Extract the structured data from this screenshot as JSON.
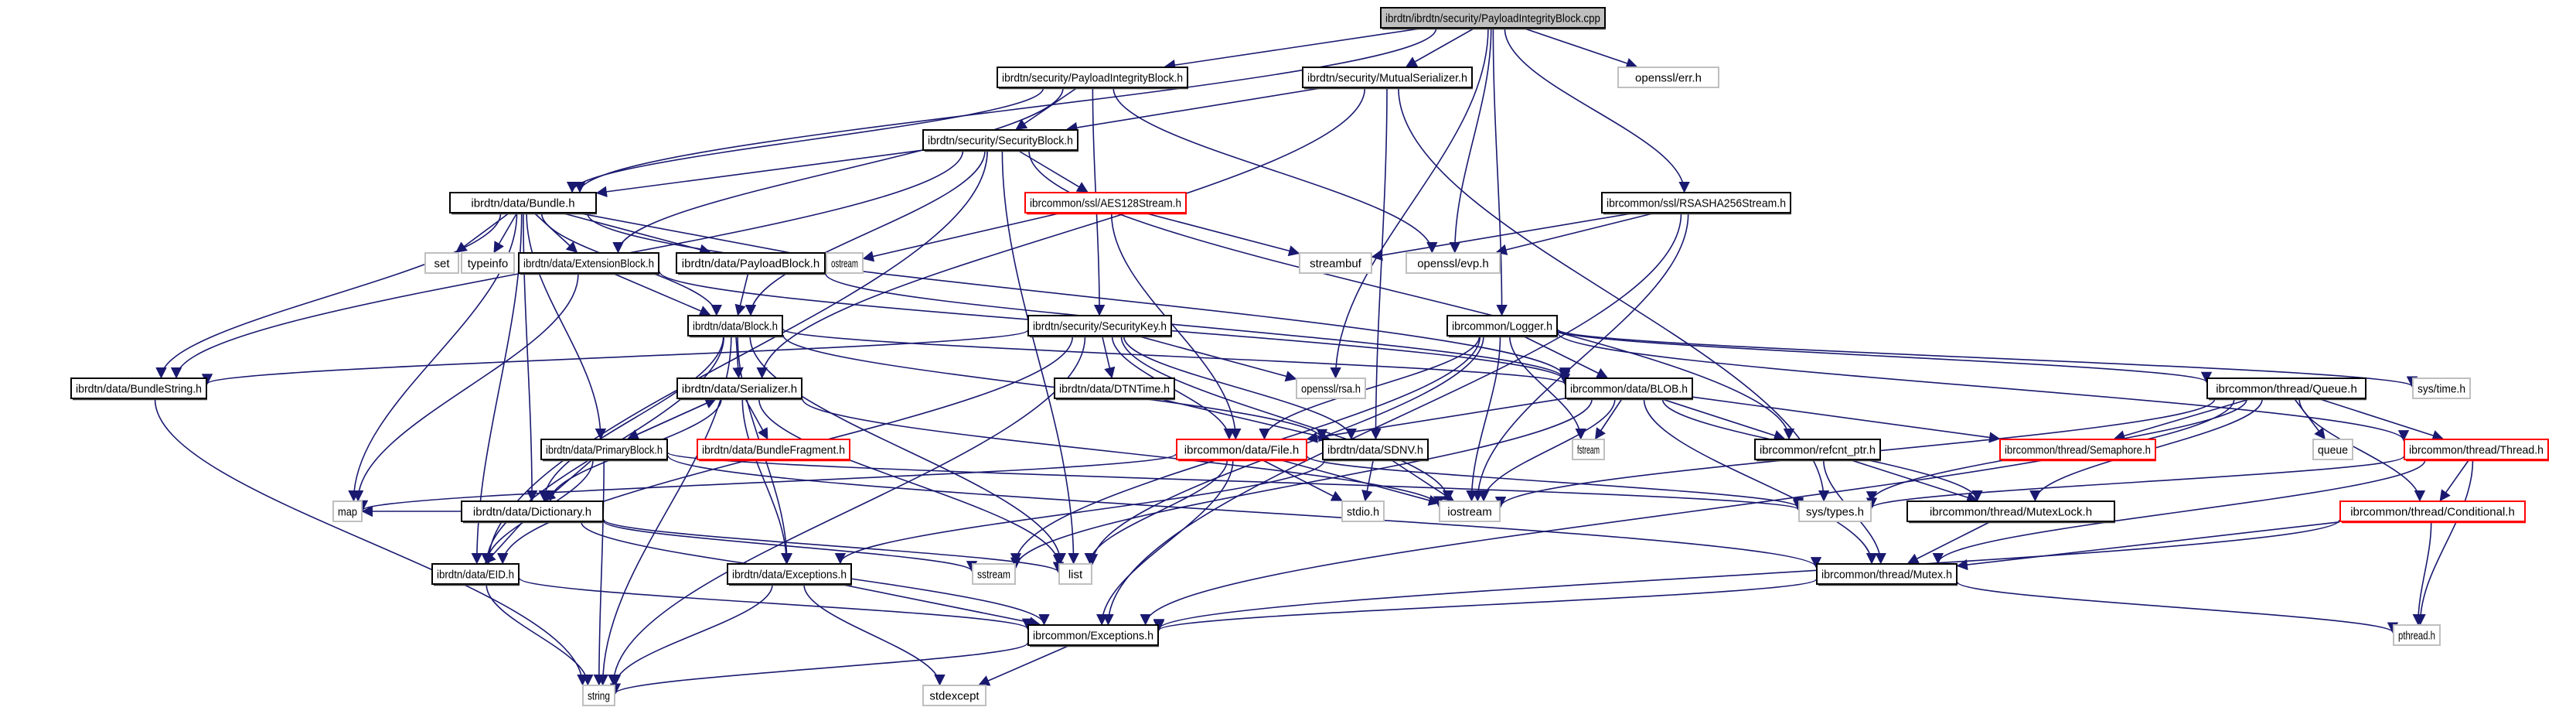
{
  "title": "Include dependency graph for ibrdtn/ibrdtn/security/PayloadIntegrityBlock.cpp",
  "colors": {
    "edge": "#191970",
    "root_fill": "#bfbfbf",
    "documented_border": "#000000",
    "external_border": "#bfbfbf",
    "undocumented_border": "#ff0000",
    "node_fill": "#ffffff"
  },
  "nodes": [
    {
      "id": "root",
      "label": "ibrdtn/ibrdtn/security/PayloadIntegrityBlock.cpp",
      "kind": "root"
    },
    {
      "id": "pib_h",
      "label": "ibrdtn/security/PayloadIntegrityBlock.h",
      "kind": "documented"
    },
    {
      "id": "mutser",
      "label": "ibrdtn/security/MutualSerializer.h",
      "kind": "documented"
    },
    {
      "id": "err_h",
      "label": "openssl/err.h",
      "kind": "external"
    },
    {
      "id": "secblock",
      "label": "ibrdtn/security/SecurityBlock.h",
      "kind": "documented"
    },
    {
      "id": "aes",
      "label": "ibrcommon/ssl/AES128Stream.h",
      "kind": "undocumented"
    },
    {
      "id": "bundle",
      "label": "ibrdtn/data/Bundle.h",
      "kind": "documented"
    },
    {
      "id": "rsasha",
      "label": "ibrcommon/ssl/RSASHA256Stream.h",
      "kind": "documented"
    },
    {
      "id": "set",
      "label": "set",
      "kind": "external"
    },
    {
      "id": "typeinfo",
      "label": "typeinfo",
      "kind": "external"
    },
    {
      "id": "extblock",
      "label": "ibrdtn/data/ExtensionBlock.h",
      "kind": "documented"
    },
    {
      "id": "payblock",
      "label": "ibrdtn/data/PayloadBlock.h",
      "kind": "documented"
    },
    {
      "id": "ostream",
      "label": "ostream",
      "kind": "external"
    },
    {
      "id": "streambuf",
      "label": "streambuf",
      "kind": "external"
    },
    {
      "id": "evp",
      "label": "openssl/evp.h",
      "kind": "external"
    },
    {
      "id": "block",
      "label": "ibrdtn/data/Block.h",
      "kind": "documented"
    },
    {
      "id": "seckey",
      "label": "ibrdtn/security/SecurityKey.h",
      "kind": "documented"
    },
    {
      "id": "logger",
      "label": "ibrcommon/Logger.h",
      "kind": "documented"
    },
    {
      "id": "systime",
      "label": "sys/time.h",
      "kind": "external"
    },
    {
      "id": "queue_h",
      "label": "ibrcommon/thread/Queue.h",
      "kind": "documented"
    },
    {
      "id": "bstring",
      "label": "ibrdtn/data/BundleString.h",
      "kind": "documented"
    },
    {
      "id": "serializer",
      "label": "ibrdtn/data/Serializer.h",
      "kind": "documented"
    },
    {
      "id": "dtntime",
      "label": "ibrdtn/data/DTNTime.h",
      "kind": "documented"
    },
    {
      "id": "rsa",
      "label": "openssl/rsa.h",
      "kind": "external"
    },
    {
      "id": "blob",
      "label": "ibrcommon/data/BLOB.h",
      "kind": "documented"
    },
    {
      "id": "primary",
      "label": "ibrdtn/data/PrimaryBlock.h",
      "kind": "documented"
    },
    {
      "id": "fragment",
      "label": "ibrdtn/data/BundleFragment.h",
      "kind": "undocumented"
    },
    {
      "id": "file",
      "label": "ibrcommon/data/File.h",
      "kind": "undocumented"
    },
    {
      "id": "sdnv",
      "label": "ibrdtn/data/SDNV.h",
      "kind": "documented"
    },
    {
      "id": "fstream",
      "label": "fstream",
      "kind": "external"
    },
    {
      "id": "refcnt",
      "label": "ibrcommon/refcnt_ptr.h",
      "kind": "documented"
    },
    {
      "id": "semaphore",
      "label": "ibrcommon/thread/Semaphore.h",
      "kind": "undocumented"
    },
    {
      "id": "queue",
      "label": "queue",
      "kind": "external"
    },
    {
      "id": "thread",
      "label": "ibrcommon/thread/Thread.h",
      "kind": "undocumented"
    },
    {
      "id": "map",
      "label": "map",
      "kind": "external"
    },
    {
      "id": "dict",
      "label": "ibrdtn/data/Dictionary.h",
      "kind": "documented"
    },
    {
      "id": "stdio",
      "label": "stdio.h",
      "kind": "external"
    },
    {
      "id": "iostream",
      "label": "iostream",
      "kind": "external"
    },
    {
      "id": "systypes",
      "label": "sys/types.h",
      "kind": "external"
    },
    {
      "id": "mutexlock",
      "label": "ibrcommon/thread/MutexLock.h",
      "kind": "documented"
    },
    {
      "id": "conditional",
      "label": "ibrcommon/thread/Conditional.h",
      "kind": "undocumented"
    },
    {
      "id": "eid",
      "label": "ibrdtn/data/EID.h",
      "kind": "documented"
    },
    {
      "id": "dtnexc",
      "label": "ibrdtn/data/Exceptions.h",
      "kind": "documented"
    },
    {
      "id": "sstream",
      "label": "sstream",
      "kind": "external"
    },
    {
      "id": "list",
      "label": "list",
      "kind": "external"
    },
    {
      "id": "mutex",
      "label": "ibrcommon/thread/Mutex.h",
      "kind": "documented"
    },
    {
      "id": "ibcexc",
      "label": "ibrcommon/Exceptions.h",
      "kind": "documented"
    },
    {
      "id": "pthread",
      "label": "pthread.h",
      "kind": "external"
    },
    {
      "id": "string",
      "label": "string",
      "kind": "external"
    },
    {
      "id": "stdexcept",
      "label": "stdexcept",
      "kind": "external"
    }
  ],
  "edges": [
    [
      "root",
      "pib_h"
    ],
    [
      "root",
      "mutser"
    ],
    [
      "root",
      "err_h"
    ],
    [
      "root",
      "bundle"
    ],
    [
      "root",
      "rsasha"
    ],
    [
      "root",
      "logger"
    ],
    [
      "root",
      "rsa"
    ],
    [
      "root",
      "evp"
    ],
    [
      "pib_h",
      "secblock"
    ],
    [
      "pib_h",
      "bundle"
    ],
    [
      "pib_h",
      "extblock"
    ],
    [
      "pib_h",
      "seckey"
    ],
    [
      "pib_h",
      "evp"
    ],
    [
      "mutser",
      "secblock"
    ],
    [
      "mutser",
      "serializer"
    ],
    [
      "mutser",
      "sdnv"
    ],
    [
      "mutser",
      "systypes"
    ],
    [
      "secblock",
      "bundle"
    ],
    [
      "secblock",
      "aes"
    ],
    [
      "secblock",
      "block"
    ],
    [
      "secblock",
      "bstring"
    ],
    [
      "secblock",
      "eid"
    ],
    [
      "secblock",
      "list"
    ],
    [
      "secblock",
      "refcnt"
    ],
    [
      "aes",
      "ostream"
    ],
    [
      "aes",
      "streambuf"
    ],
    [
      "aes",
      "file"
    ],
    [
      "bundle",
      "set"
    ],
    [
      "bundle",
      "typeinfo"
    ],
    [
      "bundle",
      "extblock"
    ],
    [
      "bundle",
      "payblock"
    ],
    [
      "bundle",
      "ostream"
    ],
    [
      "bundle",
      "block"
    ],
    [
      "bundle",
      "primary"
    ],
    [
      "bundle",
      "dict"
    ],
    [
      "bundle",
      "map"
    ],
    [
      "bundle",
      "eid"
    ],
    [
      "bundle",
      "bstring"
    ],
    [
      "bundle",
      "blob"
    ],
    [
      "rsasha",
      "streambuf"
    ],
    [
      "rsasha",
      "evp"
    ],
    [
      "rsasha",
      "iostream"
    ],
    [
      "rsasha",
      "ibcexc"
    ],
    [
      "extblock",
      "block"
    ],
    [
      "extblock",
      "map"
    ],
    [
      "extblock",
      "blob"
    ],
    [
      "payblock",
      "block"
    ],
    [
      "payblock",
      "blob"
    ],
    [
      "block",
      "serializer"
    ],
    [
      "block",
      "dict"
    ],
    [
      "block",
      "eid"
    ],
    [
      "block",
      "sdnv"
    ],
    [
      "block",
      "list"
    ],
    [
      "block",
      "dtnexc"
    ],
    [
      "block",
      "string"
    ],
    [
      "block",
      "blob"
    ],
    [
      "seckey",
      "dtntime"
    ],
    [
      "seckey",
      "rsa"
    ],
    [
      "seckey",
      "bstring"
    ],
    [
      "seckey",
      "eid"
    ],
    [
      "seckey",
      "file"
    ],
    [
      "seckey",
      "iostream"
    ],
    [
      "seckey",
      "string"
    ],
    [
      "seckey",
      "sdnv"
    ],
    [
      "logger",
      "blob"
    ],
    [
      "logger",
      "fstream"
    ],
    [
      "logger",
      "iostream"
    ],
    [
      "logger",
      "sstream"
    ],
    [
      "logger",
      "file"
    ],
    [
      "logger",
      "queue_h"
    ],
    [
      "logger",
      "systime"
    ],
    [
      "logger",
      "thread"
    ],
    [
      "logger",
      "list"
    ],
    [
      "queue_h",
      "semaphore"
    ],
    [
      "queue_h",
      "queue"
    ],
    [
      "queue_h",
      "thread"
    ],
    [
      "queue_h",
      "conditional"
    ],
    [
      "queue_h",
      "mutexlock"
    ],
    [
      "queue_h",
      "ibcexc"
    ],
    [
      "queue_h",
      "systypes"
    ],
    [
      "queue_h",
      "iostream"
    ],
    [
      "bstring",
      "string"
    ],
    [
      "serializer",
      "primary"
    ],
    [
      "serializer",
      "fragment"
    ],
    [
      "serializer",
      "dict"
    ],
    [
      "serializer",
      "dtnexc"
    ],
    [
      "serializer",
      "iostream"
    ],
    [
      "serializer",
      "list"
    ],
    [
      "primary",
      "serializer"
    ],
    [
      "primary",
      "dict"
    ],
    [
      "primary",
      "eid"
    ],
    [
      "primary",
      "string"
    ],
    [
      "primary",
      "mutex"
    ],
    [
      "primary",
      "systypes"
    ],
    [
      "dtntime",
      "sdnv"
    ],
    [
      "blob",
      "file"
    ],
    [
      "blob",
      "fstream"
    ],
    [
      "blob",
      "iostream"
    ],
    [
      "blob",
      "refcnt"
    ],
    [
      "blob",
      "mutex"
    ],
    [
      "blob",
      "mutexlock"
    ],
    [
      "blob",
      "semaphore"
    ],
    [
      "blob",
      "sstream"
    ],
    [
      "file",
      "map"
    ],
    [
      "file",
      "stdio"
    ],
    [
      "file",
      "iostream"
    ],
    [
      "file",
      "list"
    ],
    [
      "file",
      "ibcexc"
    ],
    [
      "file",
      "systypes"
    ],
    [
      "sdnv",
      "stdio"
    ],
    [
      "sdnv",
      "iostream"
    ],
    [
      "sdnv",
      "dtnexc"
    ],
    [
      "refcnt",
      "mutex"
    ],
    [
      "refcnt",
      "mutexlock"
    ],
    [
      "thread",
      "mutex"
    ],
    [
      "thread",
      "conditional"
    ],
    [
      "thread",
      "pthread"
    ],
    [
      "thread",
      "systypes"
    ],
    [
      "dict",
      "eid"
    ],
    [
      "dict",
      "map"
    ],
    [
      "dict",
      "sstream"
    ],
    [
      "dict",
      "list"
    ],
    [
      "dict",
      "ibcexc"
    ],
    [
      "mutexlock",
      "mutex"
    ],
    [
      "conditional",
      "mutex"
    ],
    [
      "conditional",
      "pthread"
    ],
    [
      "conditional",
      "ibcexc"
    ],
    [
      "eid",
      "string"
    ],
    [
      "eid",
      "ibcexc"
    ],
    [
      "dtnexc",
      "string"
    ],
    [
      "dtnexc",
      "stdexcept"
    ],
    [
      "dtnexc",
      "ibcexc"
    ],
    [
      "mutex",
      "ibcexc"
    ],
    [
      "mutex",
      "pthread"
    ],
    [
      "ibcexc",
      "string"
    ],
    [
      "ibcexc",
      "stdexcept"
    ]
  ]
}
